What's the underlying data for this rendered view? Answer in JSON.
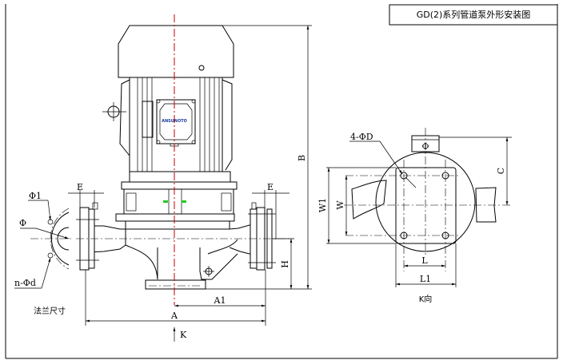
{
  "title": "GD(2)系列管道泵外形安装图",
  "front_view": {
    "dimensions": {
      "A": "A",
      "A1": "A1",
      "B": "B",
      "H": "H",
      "E_left": "E",
      "E_right": "E"
    },
    "view_arrow": "K",
    "nameplate_brand": "ANSUNOTO"
  },
  "flange_detail": {
    "phi1": "Φ1",
    "phi": "Φ",
    "bolt_holes": "n-Φd",
    "caption": "法兰尺寸"
  },
  "k_view": {
    "holes": "4-ΦD",
    "outlet": "Φ",
    "dimensions": {
      "W1": "W1",
      "W": "W",
      "L": "L",
      "L1": "L1",
      "C": "C"
    },
    "caption": "K向"
  },
  "colors": {
    "centerline": "#c00000",
    "status_lights": "#22cc22",
    "nameplate": "#1a3aa0"
  }
}
